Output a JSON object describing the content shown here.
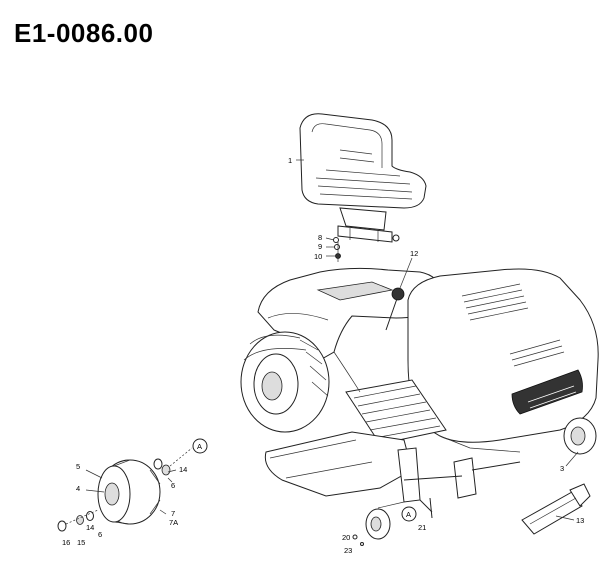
{
  "title": "E1-0086.00",
  "callouts": {
    "c1": "1",
    "c8": "8",
    "c9": "9",
    "c10": "10",
    "c12": "12",
    "c3": "3",
    "c13": "13",
    "c20": "20",
    "c21": "21",
    "c23": "23",
    "c14a": "14",
    "c6a": "6",
    "cA1": "A",
    "cA2": "A",
    "c5": "5",
    "c4": "4",
    "c7": "7",
    "c7A": "7A",
    "c6b": "6",
    "c14b": "14",
    "c15": "15",
    "c16": "16"
  }
}
